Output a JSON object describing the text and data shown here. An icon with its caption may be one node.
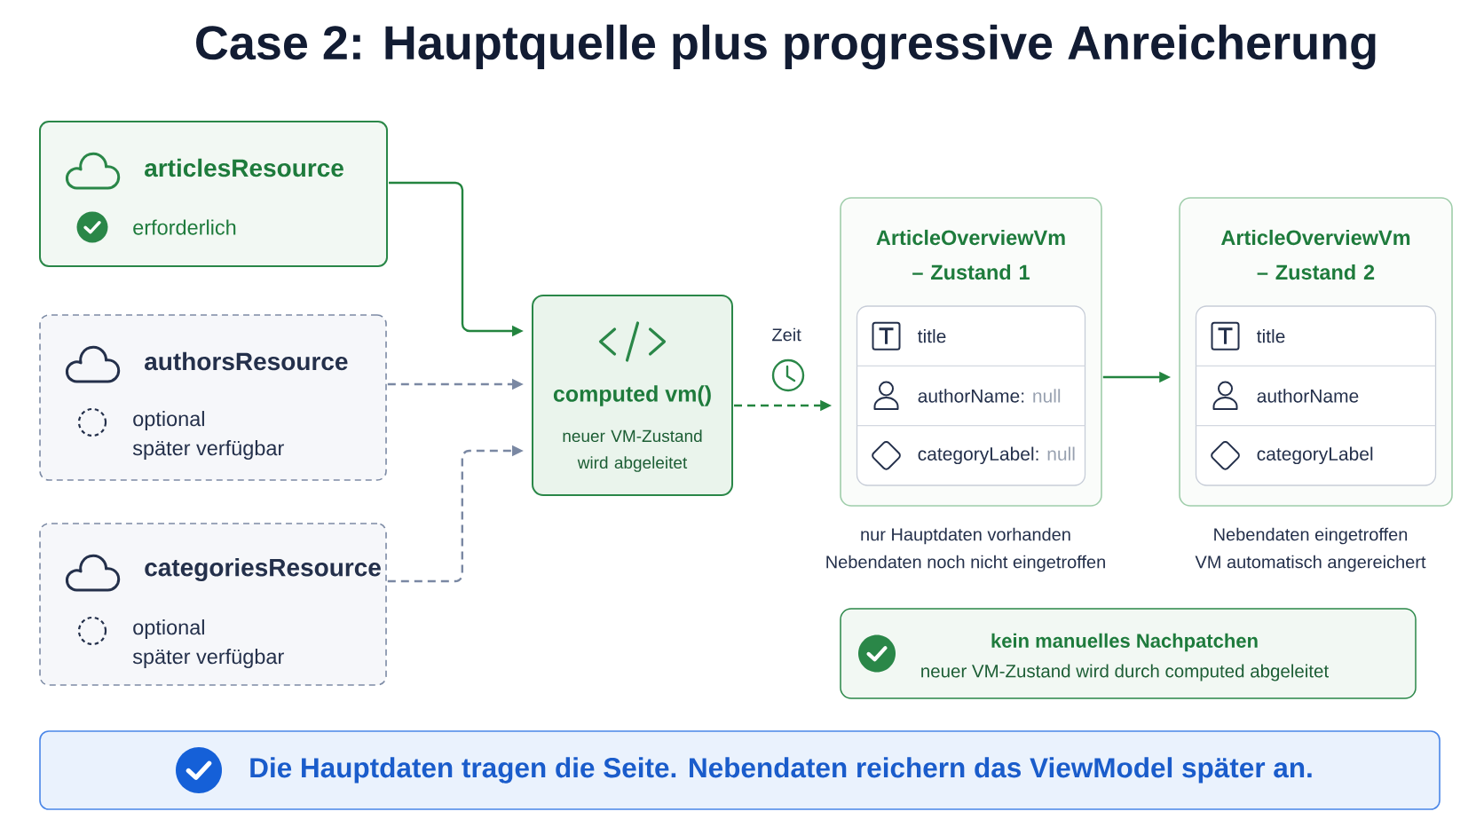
{
  "diagram": {
    "title": "Case 2: Hauptquelle plus progressive Anreicherung",
    "nodes": [
      {
        "text": [
          "articlesResource",
          "erforderlich"
        ]
      },
      {
        "text": [
          "authorsResource",
          "optional",
          "später verfügbar"
        ]
      },
      {
        "text": [
          "categoriesResource",
          "optional",
          "später verfügbar"
        ]
      },
      {
        "text": [
          "computed vm()",
          "neuer VM-Zustand wird abgeleitet"
        ]
      },
      {
        "text": [
          "ArticleOverviewVm – Zustand 1"
        ],
        "beside": [
          "nur Hauptdaten vorhanden",
          "Nebendaten noch nicht eingetroffen"
        ]
      },
      {
        "text": [
          "title"
        ],
        "in": 4
      },
      {
        "text": [
          "authorName:",
          "null"
        ],
        "in": 4
      },
      {
        "text": [
          "categoryLabel:",
          "null"
        ],
        "in": 4
      },
      {
        "text": [
          "ArticleOverviewVm – Zustand 2"
        ],
        "beside": [
          "Nebendaten eingetroffen",
          "VM automatisch angereichert"
        ]
      },
      {
        "text": [
          "title"
        ],
        "in": 8
      },
      {
        "text": [
          "authorName"
        ],
        "in": 8
      },
      {
        "text": [
          "categoryLabel"
        ],
        "in": 8
      },
      {
        "text": [
          "kein manuelles Nachpatchen",
          "neuer VM-Zustand wird durch computed abgeleitet"
        ]
      },
      {
        "text": [
          "Die Hauptdaten tragen die Seite. Nebendaten reichern das ViewModel später an."
        ]
      }
    ],
    "edges": [
      {
        "from": 0,
        "to": 3,
        "arrow": "to"
      },
      {
        "from": 1,
        "to": 3,
        "arrow": "to",
        "style": "dashed",
        "color": "#7a88a3"
      },
      {
        "from": 2,
        "to": 3,
        "arrow": "to",
        "style": "dashed",
        "color": "#7a88a3"
      },
      {
        "from": 3,
        "to": 4,
        "arrow": "to",
        "style": "dashed",
        "label": "Zeit"
      },
      {
        "from": 4,
        "to": 8,
        "arrow": "to"
      }
    ]
  }
}
